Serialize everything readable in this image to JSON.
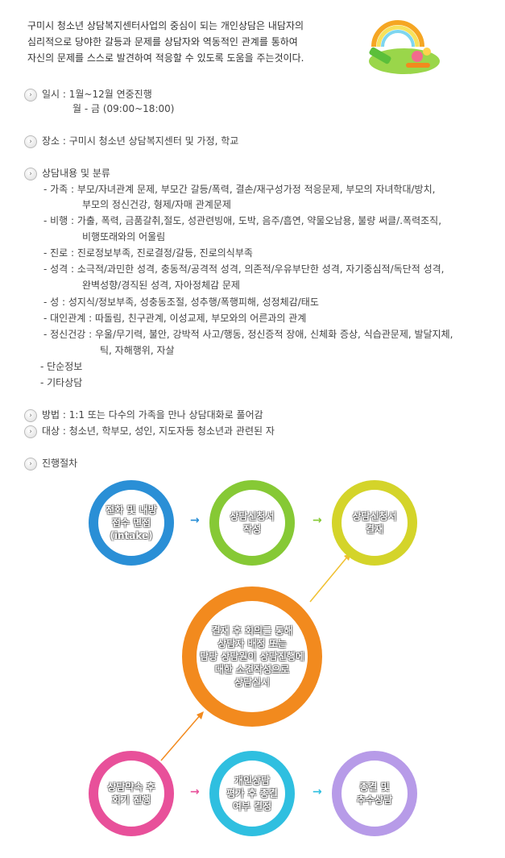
{
  "intro": [
    "구미시 청소년 상담복지센터사업의 중심이 되는 개인상담은 내담자의",
    "심리적으로 당야한  갈등과 문제를 상담자와 역동적인 관계를 통하여",
    "자신의 문제를 스스로  발견하여 적응할 수 있도록 도움을 주는것이다."
  ],
  "schedule": {
    "label": "일시 :  1월~12월 연중진행",
    "hours": "월 - 금 (09:00~18:00)"
  },
  "place": "장소 :   구미시 청소년 상담복지센터 및 가정, 학교",
  "content_title": "상담내용 및 분류",
  "categories": {
    "family_1": "-  가족 :  부모/자녀관계 문제, 부모간 갈등/폭력, 결손/재구성가정 적응문제, 부모의 자녀학대/방치,",
    "family_2": "부모의 정신건강, 형제/자매 관계문제",
    "delinquency_1": "- 비행 :  가출, 폭력, 금품갈취,절도, 성관련빙애, 도박, 음주/흡연, 약물오남용, 불량 써클/.폭력조직,",
    "delinquency_2": "비행또래와의 어울림",
    "career": "-  진로 :  진로정보부족, 진로결정/갈등, 진로의식부족",
    "personality_1": "-  성격 :  소극적/과민한 성격, 충동적/공격적 성격, 의존적/우유부단한 성격, 자기중심적/독단적 성격,",
    "personality_2": "완벽성향/경직된 성격, 자아정체감 문제",
    "sex": "-  성 :  성지식/정보부족, 성충동조절, 성추행/폭행피해, 성정체감/태도",
    "relations": "-  대인관계 :  따돌림, 친구관계, 이성교제, 부모와의 어른과의 관계",
    "mental_1": "-  정신건강 :  우울/무기력, 불안, 강박적 사고/행동, 정신증적 장애, 신체화 증상, 식습관문제, 발달지체,",
    "mental_2": "틱, 자해행위, 자살",
    "simple": "- 단순정보",
    "other": "- 기타상담"
  },
  "method": "방법 :  1:1 또는 다수의 가족을 만나 상담대화로 풀어감",
  "target": "대상 :  청소년, 학부모, 성인, 지도자등 청소년과 관련된 자",
  "process_title": "진행절차",
  "steps": {
    "s1": [
      "전화 및 내방",
      "접수 면접",
      "(intake)"
    ],
    "s2": [
      "상담신청서",
      "작성"
    ],
    "s3": [
      "상담신청서",
      "결재"
    ],
    "s4": [
      "결재 후 회의를 통해",
      "상담자 배정 또는",
      "담당 상담원이 상담진행에",
      "대한 소견작성으로",
      "상담실시"
    ],
    "s5": [
      "상담약속 후",
      "회기 진행"
    ],
    "s6": [
      "개인상담",
      "평가 후 종결",
      "여부 결정"
    ],
    "s7": [
      "종결 및",
      "추수상담"
    ]
  },
  "arrow_glyph": "→",
  "colors": {
    "blue": "#2a8fd6",
    "green": "#86c935",
    "yellow": "#d4d42a",
    "orange": "#f28a1e",
    "pink": "#e8509a",
    "cyan": "#2fbfe0",
    "purple": "#b79be8"
  }
}
